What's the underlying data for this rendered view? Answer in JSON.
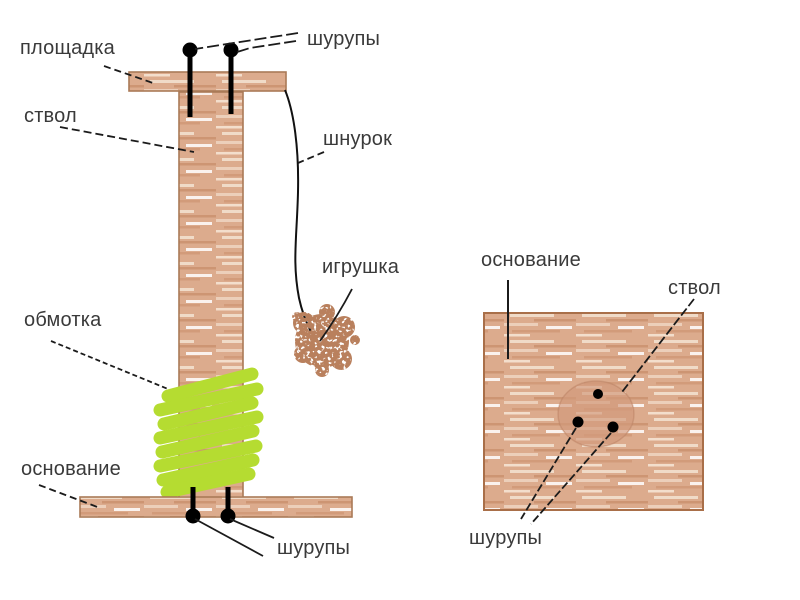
{
  "colors": {
    "wood": "#dcab8d",
    "coil": "#b5dc31",
    "toy": "#b9805d",
    "cross_section": "#d29a7c",
    "line": "#1b1b1b",
    "text": "#3a3a3a"
  },
  "left_diagram": {
    "labels": {
      "platform": "площадка",
      "screws_top": "шурупы",
      "trunk": "ствол",
      "cord": "шнурок",
      "toy": "игрушка",
      "winding": "обмотка",
      "base": "основание",
      "screws_bottom": "шурупы"
    }
  },
  "right_diagram": {
    "labels": {
      "base": "основание",
      "trunk": "ствол",
      "screws": "шурупы"
    }
  }
}
